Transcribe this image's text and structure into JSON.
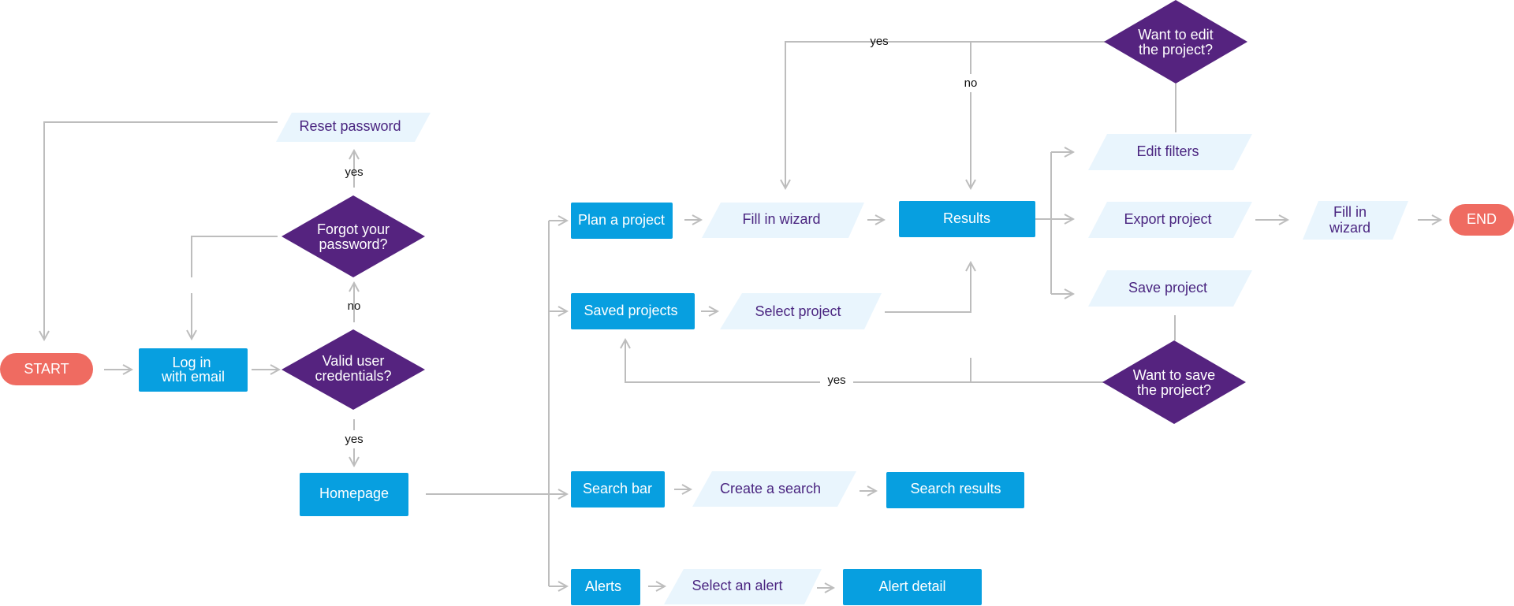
{
  "colors": {
    "process": "#079fe0",
    "io": "#e9f5fd",
    "decision": "#55237f",
    "terminal": "#ef6b61",
    "line": "#bdbdbd",
    "text_light": "#ffffff",
    "text_dark": "#4a2580"
  },
  "nodes": {
    "start": "START",
    "login": [
      "Log in",
      "with email"
    ],
    "valid": [
      "Valid user",
      "credentials?"
    ],
    "forgot": [
      "Forgot your",
      "password?"
    ],
    "reset": "Reset password",
    "homepage": "Homepage",
    "plan": "Plan a project",
    "fill1": "Fill in wizard",
    "results": "Results",
    "saved": "Saved projects",
    "select_project": "Select project",
    "search_bar": "Search bar",
    "create_search": "Create a search",
    "search_results": "Search results",
    "alerts": "Alerts",
    "select_alert": "Select an alert",
    "alert_detail": "Alert detail",
    "want_edit": [
      "Want to edit",
      "the project?"
    ],
    "edit_filters": "Edit filters",
    "export": "Export project",
    "fill2": [
      "Fill in",
      "wizard"
    ],
    "end": "END",
    "save_project": "Save project",
    "want_save": [
      "Want to save",
      "the project?"
    ]
  },
  "edge_labels": {
    "forgot_yes": "yes",
    "valid_no": "no",
    "valid_yes": "yes",
    "edit_yes": "yes",
    "edit_no": "no",
    "save_yes": "yes"
  }
}
